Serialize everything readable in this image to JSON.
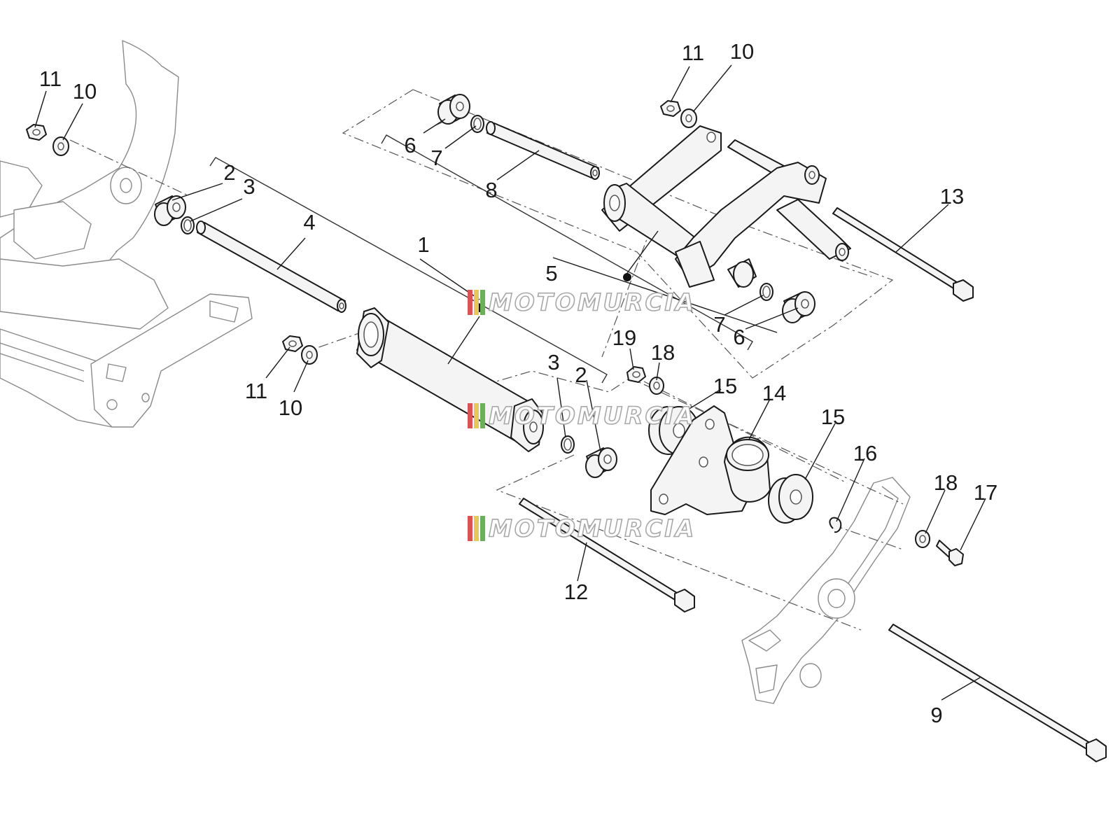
{
  "diagram": {
    "type": "exploded-parts-diagram",
    "callouts": [
      {
        "id": "c11a",
        "label": "11",
        "part": "nut"
      },
      {
        "id": "c10a",
        "label": "10",
        "part": "washer"
      },
      {
        "id": "c2a",
        "label": "2",
        "part": "bushing"
      },
      {
        "id": "c3a",
        "label": "3",
        "part": "o-ring"
      },
      {
        "id": "c4",
        "label": "4",
        "part": "spacer-tube"
      },
      {
        "id": "c1",
        "label": "1",
        "part": "swing-arm-tube-assembly"
      },
      {
        "id": "c5",
        "label": "5",
        "part": "swing-arm-assembly"
      },
      {
        "id": "c6a",
        "label": "6",
        "part": "bushing"
      },
      {
        "id": "c7a",
        "label": "7",
        "part": "o-ring"
      },
      {
        "id": "c8",
        "label": "8",
        "part": "spacer-tube"
      },
      {
        "id": "c11b",
        "label": "11",
        "part": "nut"
      },
      {
        "id": "c10b",
        "label": "10",
        "part": "washer"
      },
      {
        "id": "c13",
        "label": "13",
        "part": "bolt"
      },
      {
        "id": "c7b",
        "label": "7",
        "part": "o-ring"
      },
      {
        "id": "c6b",
        "label": "6",
        "part": "bushing"
      },
      {
        "id": "c11c",
        "label": "11",
        "part": "nut"
      },
      {
        "id": "c10c",
        "label": "10",
        "part": "washer"
      },
      {
        "id": "c19",
        "label": "19",
        "part": "nut"
      },
      {
        "id": "c18a",
        "label": "18",
        "part": "washer"
      },
      {
        "id": "c3b",
        "label": "3",
        "part": "o-ring"
      },
      {
        "id": "c2b",
        "label": "2",
        "part": "bushing"
      },
      {
        "id": "c15a",
        "label": "15",
        "part": "rubber-damper"
      },
      {
        "id": "c14",
        "label": "14",
        "part": "bracket"
      },
      {
        "id": "c15b",
        "label": "15",
        "part": "rubber-damper"
      },
      {
        "id": "c16",
        "label": "16",
        "part": "circlip"
      },
      {
        "id": "c18b",
        "label": "18",
        "part": "washer"
      },
      {
        "id": "c17",
        "label": "17",
        "part": "screw"
      },
      {
        "id": "c12",
        "label": "12",
        "part": "bolt"
      },
      {
        "id": "c9",
        "label": "9",
        "part": "bolt"
      }
    ]
  },
  "watermarks": [
    {
      "text": "MOTOMURCIA",
      "stripe_colors": [
        "#d9534f",
        "#e8c65a",
        "#6cae5c"
      ]
    },
    {
      "text": "MOTOMURCIA",
      "stripe_colors": [
        "#d9534f",
        "#e8c65a",
        "#6cae5c"
      ]
    },
    {
      "text": "MOTOMURCIA",
      "stripe_colors": [
        "#d9534f",
        "#e8c65a",
        "#6cae5c"
      ]
    }
  ]
}
